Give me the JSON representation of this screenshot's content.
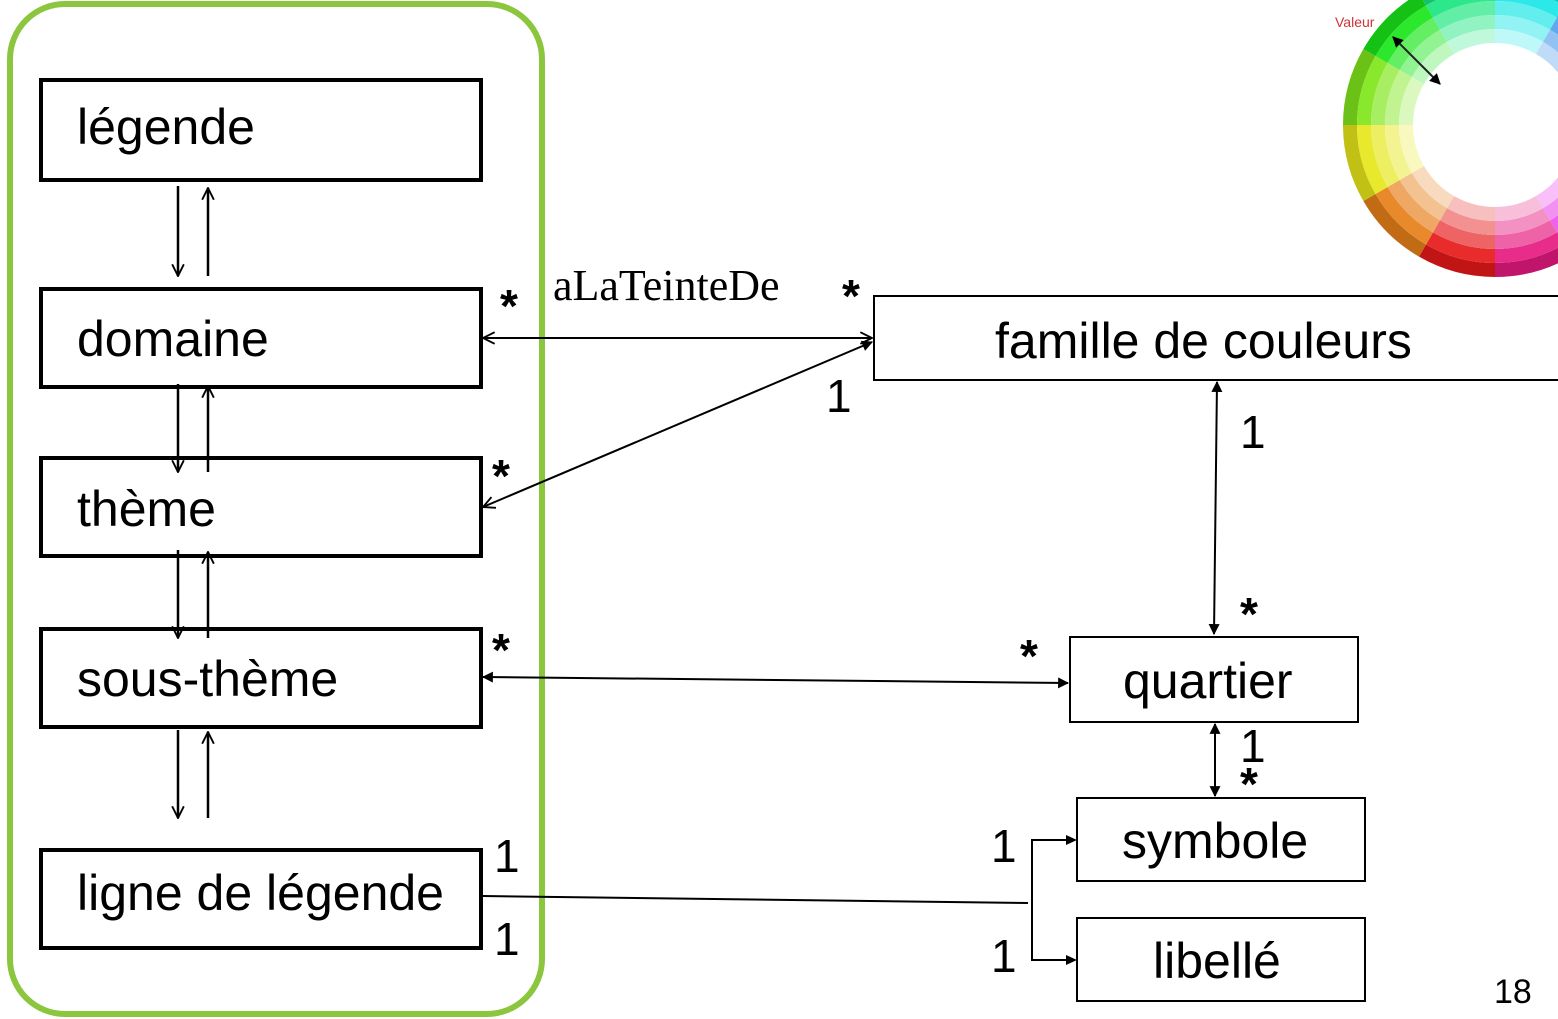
{
  "classes": {
    "legende": "légende",
    "domaine": "domaine",
    "theme": "thème",
    "sous_theme": "sous-thème",
    "ligne_de_legende": "ligne de légende",
    "famille_de_couleurs": "famille de couleurs",
    "quartier": "quartier",
    "symbole": "symbole",
    "libelle": "libellé"
  },
  "association": {
    "name": "aLaTeinteDe"
  },
  "multiplicities": {
    "domaine_side": "*",
    "famille_left_top": "*",
    "famille_left_bottom": "1",
    "theme_side": "*",
    "famille_bottom": "1",
    "quartier_top": "*",
    "sous_theme_side": "*",
    "quartier_left": "*",
    "quartier_bottom": "1",
    "symbole_top": "*",
    "ligne_top": "1",
    "ligne_bottom": "1",
    "symbole_left": "1",
    "libelle_left": "1"
  },
  "color_wheel": {
    "label": "Valeur"
  },
  "page_number": "18",
  "colors": {
    "group_border": "#8cc63f",
    "box_border": "#000000"
  }
}
